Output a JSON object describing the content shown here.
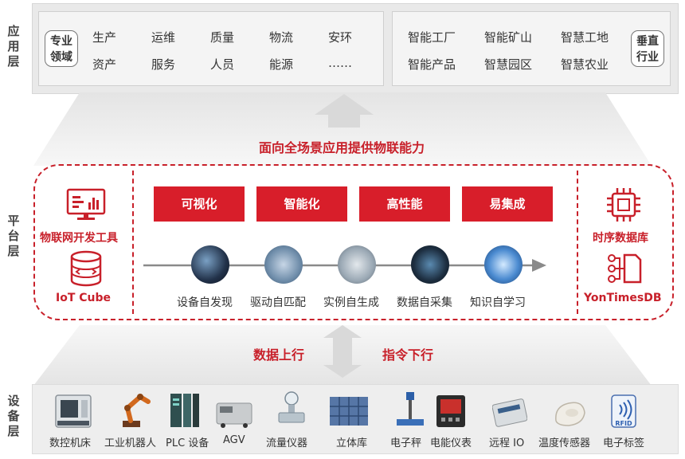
{
  "layers": {
    "app": "应用层",
    "platform": "平台层",
    "device": "设备层"
  },
  "app_layer": {
    "left_tag": "专业领域",
    "left_items": [
      "生产",
      "运维",
      "质量",
      "物流",
      "安环",
      "资产",
      "服务",
      "人员",
      "能源",
      "……"
    ],
    "right_tag": "垂直行业",
    "right_items": [
      "智能工厂",
      "智能矿山",
      "智慧工地",
      "智能产品",
      "智慧园区",
      "智慧农业"
    ]
  },
  "banner": "面向全场景应用提供物联能力",
  "platform": {
    "left_tools": [
      {
        "label": "物联网开发工具",
        "icon": "monitor-chart-icon"
      },
      {
        "label": "IoT Cube",
        "icon": "database-cylinder-icon"
      }
    ],
    "features": [
      "可视化",
      "智能化",
      "高性能",
      "易集成"
    ],
    "steps": [
      "设备自发现",
      "驱动自匹配",
      "实例自生成",
      "数据自采集",
      "知识自学习"
    ],
    "right_tools": [
      {
        "label": "时序数据库",
        "icon": "chip-icon"
      },
      {
        "label": "YonTimesDB",
        "icon": "network-document-icon"
      }
    ]
  },
  "flow": {
    "up": "数据上行",
    "down": "指令下行"
  },
  "devices": [
    {
      "label": "数控机床",
      "icon": "cnc-machine-icon"
    },
    {
      "label": "工业机器人",
      "icon": "robot-arm-icon"
    },
    {
      "label": "PLC 设备",
      "icon": "plc-icon"
    },
    {
      "label": "AGV",
      "icon": "agv-icon"
    },
    {
      "label": "流量仪器",
      "icon": "flowmeter-icon"
    },
    {
      "label": "立体库",
      "icon": "warehouse-icon"
    },
    {
      "label": "电子秤",
      "icon": "scale-icon"
    },
    {
      "label": "电能仪表",
      "icon": "power-meter-icon"
    },
    {
      "label": "远程 IO",
      "icon": "remote-io-icon"
    },
    {
      "label": "温度传感器",
      "icon": "temperature-sensor-icon"
    },
    {
      "label": "电子标签",
      "icon": "rfid-tag-icon"
    }
  ],
  "rfid_text": "RFID",
  "colors": {
    "accent": "#d81e2a",
    "band": "#e9e9e9"
  }
}
